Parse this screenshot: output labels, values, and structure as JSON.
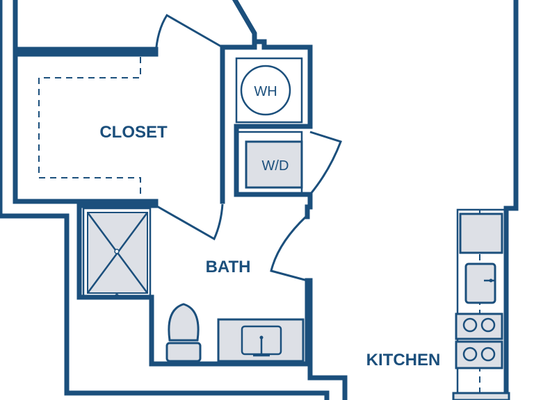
{
  "plan": {
    "rooms": {
      "closet": "CLOSET",
      "bath": "BATH",
      "kitchen": "KITCHEN"
    },
    "fixtures": {
      "water_heater": "WH",
      "washer_dryer": "W/D"
    }
  },
  "colors": {
    "wall": "#1b4f7c",
    "fixture_fill": "#dde0e6",
    "background": "#ffffff"
  }
}
